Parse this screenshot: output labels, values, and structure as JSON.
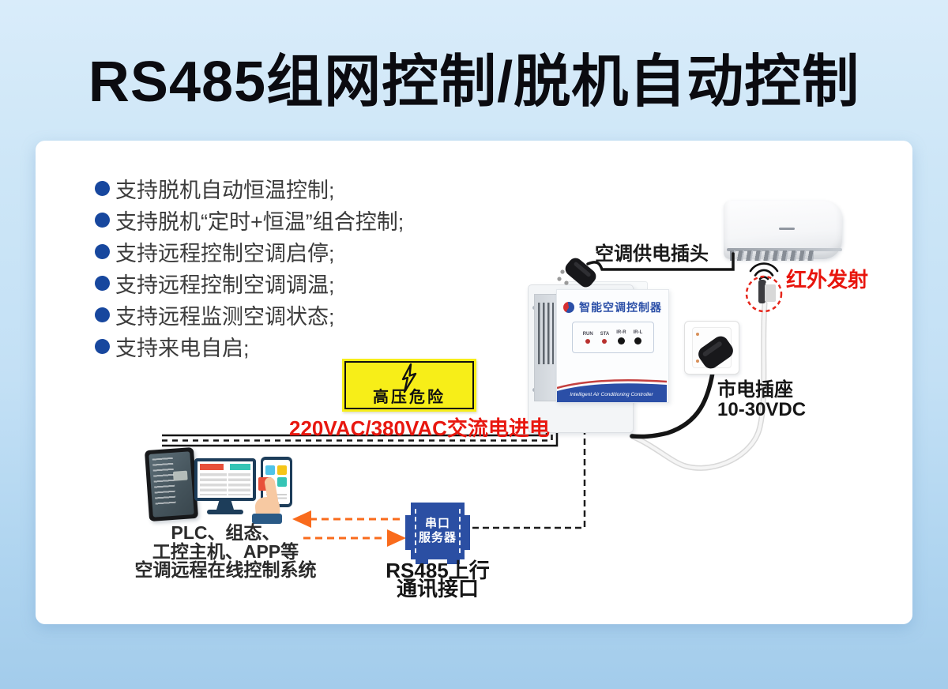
{
  "title": "RS485组网控制/脱机自动控制",
  "features": [
    "支持脱机自动恒温控制;",
    "支持脱机“定时+恒温”组合控制;",
    "支持远程控制空调启停;",
    "支持远程控制空调调温;",
    "支持远程监测空调状态;",
    "支持来电自启;"
  ],
  "diagram": {
    "ac_plug_label": "空调供电插头",
    "ir_label": "红外发射",
    "controller": {
      "title": "智能空调控制器",
      "subtitle": "Intelligent Air Conditioning Controller",
      "leds": [
        "RUN",
        "STA",
        "IR-R",
        "IR-L"
      ]
    },
    "outlet_label_line1": "市电插座",
    "outlet_label_line2": "10-30VDC",
    "danger_label": "高压危险",
    "ac_power_label": "220VAC/380VAC交流电进电",
    "server_line1": "串口",
    "server_line2": "服务器",
    "rs485_line1": "RS485上行",
    "rs485_line2": "通讯接口",
    "plc_line1": "PLC、组态、",
    "plc_line2": "工控主机、APP等",
    "plc_line3": "空调远程在线控制系统"
  },
  "colors": {
    "accent_blue": "#17479e",
    "server_blue": "#2b4fa3",
    "warning_yellow": "#f7ee18",
    "alert_red": "#e8150d",
    "arrow_orange": "#f96b1c"
  }
}
